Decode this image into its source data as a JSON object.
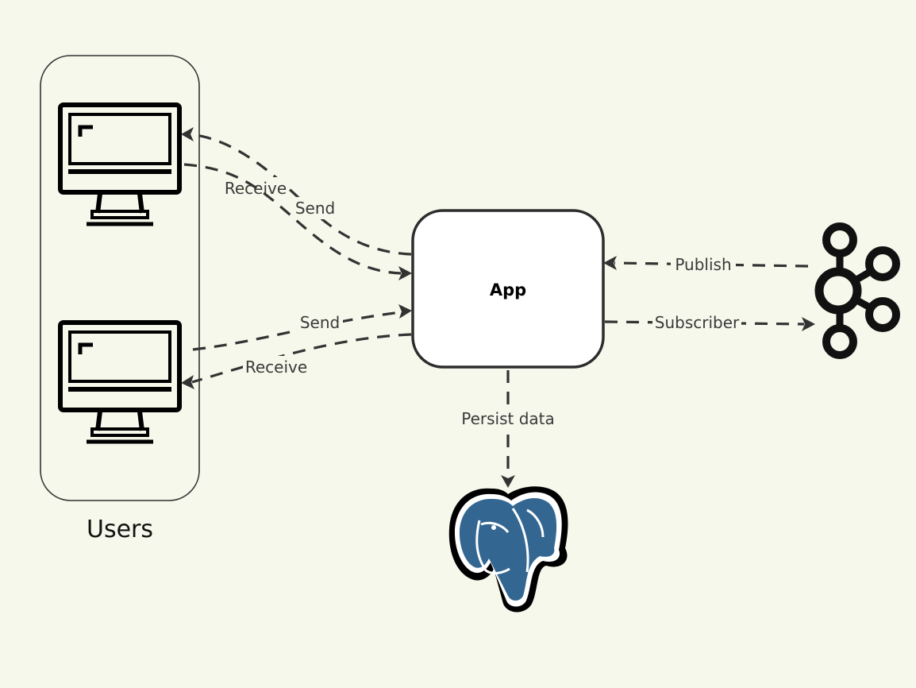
{
  "groups": {
    "users": {
      "label": "Users"
    }
  },
  "nodes": {
    "app": {
      "label": "App"
    },
    "kafka": {
      "icon": "kafka-icon"
    },
    "postgres": {
      "icon": "postgresql-elephant-icon"
    },
    "monitor_top": {
      "icon": "computer-monitor-icon"
    },
    "monitor_bottom": {
      "icon": "computer-monitor-icon"
    }
  },
  "edges": {
    "top_receive": {
      "label": "Receive",
      "from": "app",
      "to": "monitor_top"
    },
    "top_send": {
      "label": "Send",
      "from": "monitor_top",
      "to": "app"
    },
    "bottom_send": {
      "label": "Send",
      "from": "monitor_bottom",
      "to": "app"
    },
    "bottom_receive": {
      "label": "Receive",
      "from": "app",
      "to": "monitor_bottom"
    },
    "publish": {
      "label": "Publish",
      "from": "kafka",
      "to": "app"
    },
    "subscriber": {
      "label": "Subscriber",
      "from": "app",
      "to": "kafka"
    },
    "persist": {
      "label": "Persist data",
      "from": "app",
      "to": "postgres"
    }
  },
  "colors": {
    "background": "#f5f8ea",
    "stroke": "#333333",
    "postgres_blue": "#336791"
  }
}
